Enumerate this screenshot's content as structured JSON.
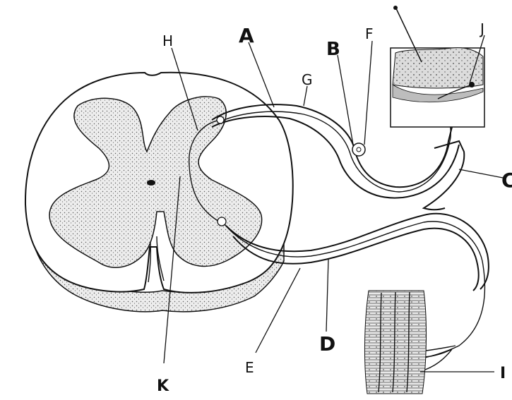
{
  "labels": {
    "A": "A",
    "B": "B",
    "C": "C",
    "D": "D",
    "E": "E",
    "F": "F",
    "G": "G",
    "H": "H",
    "I": "I",
    "J": "J",
    "K": "K"
  },
  "colors": {
    "ink": "#111111",
    "stipple": "#e4e4e4",
    "background": "#ffffff"
  }
}
